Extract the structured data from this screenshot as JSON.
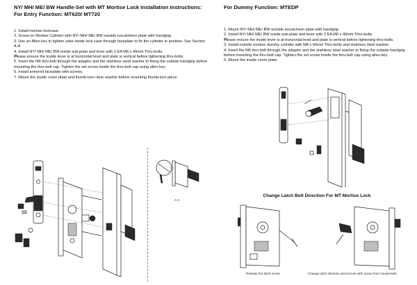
{
  "left": {
    "title_line1": "NY/ MH/ ME/ BW Handle-Set with MT Mortise Lock Installation Instructions:",
    "title_line2": "For Entry Function: MT620/ MT720",
    "steps": [
      "1. Install mortise lockcase.",
      "2. Screw on Mortise Cylinder with NY/ MH/ ME/ BW outside escutcheon plate with handgrip.",
      "3. Use an Allen key to tighten yoke inside lock case through faceplate to fix the cylinder in position. See Section A-A",
      "4. Install NY/ MH/ ME/ BW inside sub-plate and lever with 2 EA M6 x 40mm Thru-bolts."
    ],
    "warning": "Please ensure the inside lever is at horizontal level and plate is vertical before tightening thru-bolts.",
    "steps_after": [
      "5. Insert the M6 thro-bolt through the adaptor and the stainless steel washer to fixing the outside handgrip before mounting the thru-bolt cap. Tighten the set screw inside the thru-bolt cap using allen key.",
      "6. Install armored faceplate with screws.",
      "7. Mount the inside cover plate and thumb-turn clear washer before mounting thumb-turn piece."
    ],
    "section_label": "A-A"
  },
  "right": {
    "title": "For Dummy Function: MTEDP",
    "steps": [
      "1. Mount NY/ MH/ ME/ BW outside escutcheon plate with handgrip.",
      "2. Install NY/ MH/ ME/ BW inside sub-plate and lever with 2 EA M6 x 40mm Thru-bolts."
    ],
    "warning": "Please ensure the inside lever is at horizontal level and plate is vertical before tightening thru-bolts.",
    "steps_after": [
      "3. Install outside mortise dummy cylinder with M8 x 60mm Thru-bolts and stainless steel washer.",
      "4. Insert the M6 thro-bolt through the adaptor and the stainless steel washer to fixing the outside handgrip before mounting the thru-bolt cap. Tighten the set screw inside the thru-bolt cap using allen key.",
      "5. Mount the inside cover plate."
    ],
    "latch_title": "Change Latch Bolt Direction For MT Mortise Lock",
    "caption_release": "Release the latch screw",
    "caption_change": "Change latch direction and secure with screw from countersink"
  }
}
